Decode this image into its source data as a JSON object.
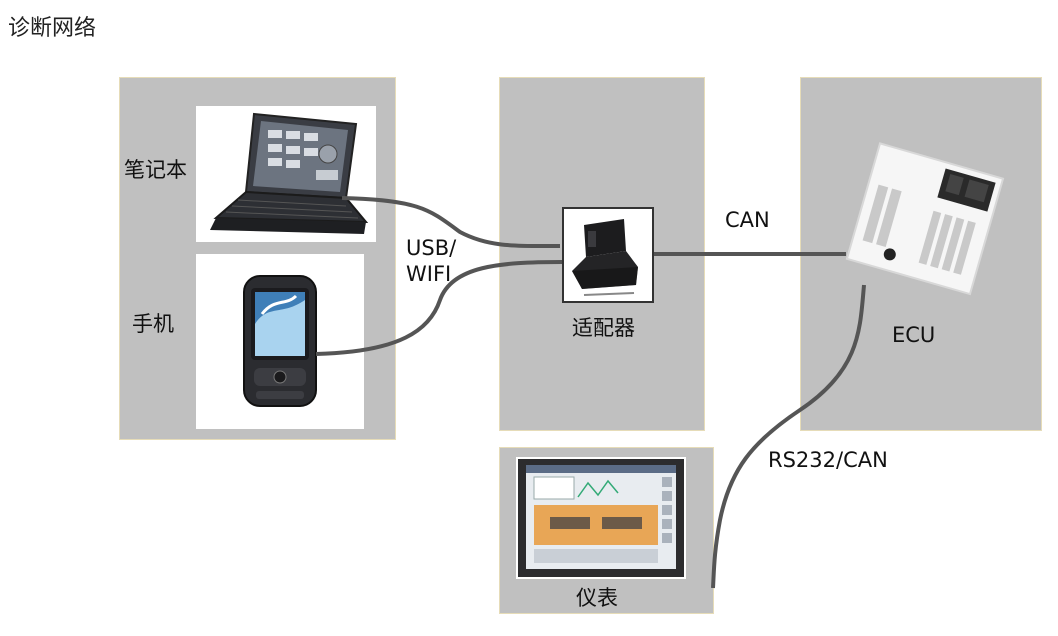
{
  "title": "诊断网络",
  "nodes": {
    "laptop": {
      "label": "笔记本",
      "icon": "laptop-icon"
    },
    "phone": {
      "label": "手机",
      "icon": "smartphone-icon"
    },
    "adapter": {
      "label": "适配器",
      "icon": "adapter-device-icon"
    },
    "ecu": {
      "label": "ECU",
      "icon": "ecu-module-icon"
    },
    "meter": {
      "label": "仪表",
      "icon": "display-panel-icon"
    }
  },
  "links": {
    "usb_wifi_line1": "USB/",
    "usb_wifi_line2": "WIFI",
    "can": "CAN",
    "rs232_can": "RS232/CAN"
  },
  "colors": {
    "panel": "#c0c0c0",
    "wire": "#555555"
  }
}
